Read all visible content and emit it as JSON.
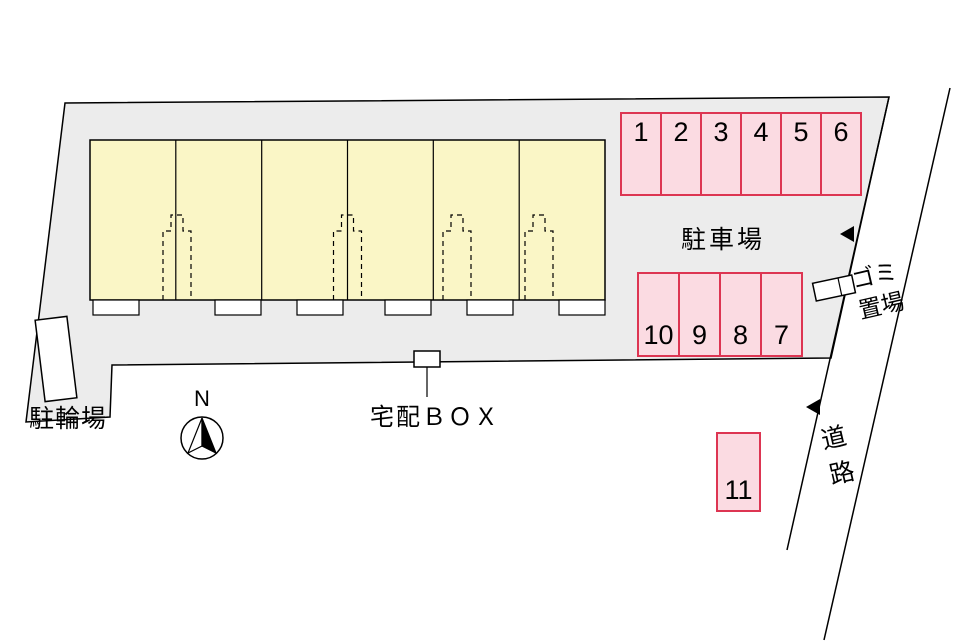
{
  "diagram": {
    "labels": {
      "parking_area": "駐車場",
      "bicycle_parking": "駐輪場",
      "delivery_box": "宅配ＢＯＸ",
      "garbage_area": "ゴミ置場",
      "road": "道路",
      "north": "N"
    },
    "parking_spaces": {
      "top_row": [
        "1",
        "2",
        "3",
        "4",
        "5",
        "6"
      ],
      "middle_row": [
        "10",
        "9",
        "8",
        "7"
      ],
      "detached": [
        "11"
      ]
    },
    "building": {
      "unit_count": 6
    },
    "colors": {
      "site_fill": "#ececec",
      "building_fill": "#faf6c6",
      "space_fill": "#fbdbe2",
      "space_border": "#dd3552",
      "outline": "#000000"
    }
  }
}
